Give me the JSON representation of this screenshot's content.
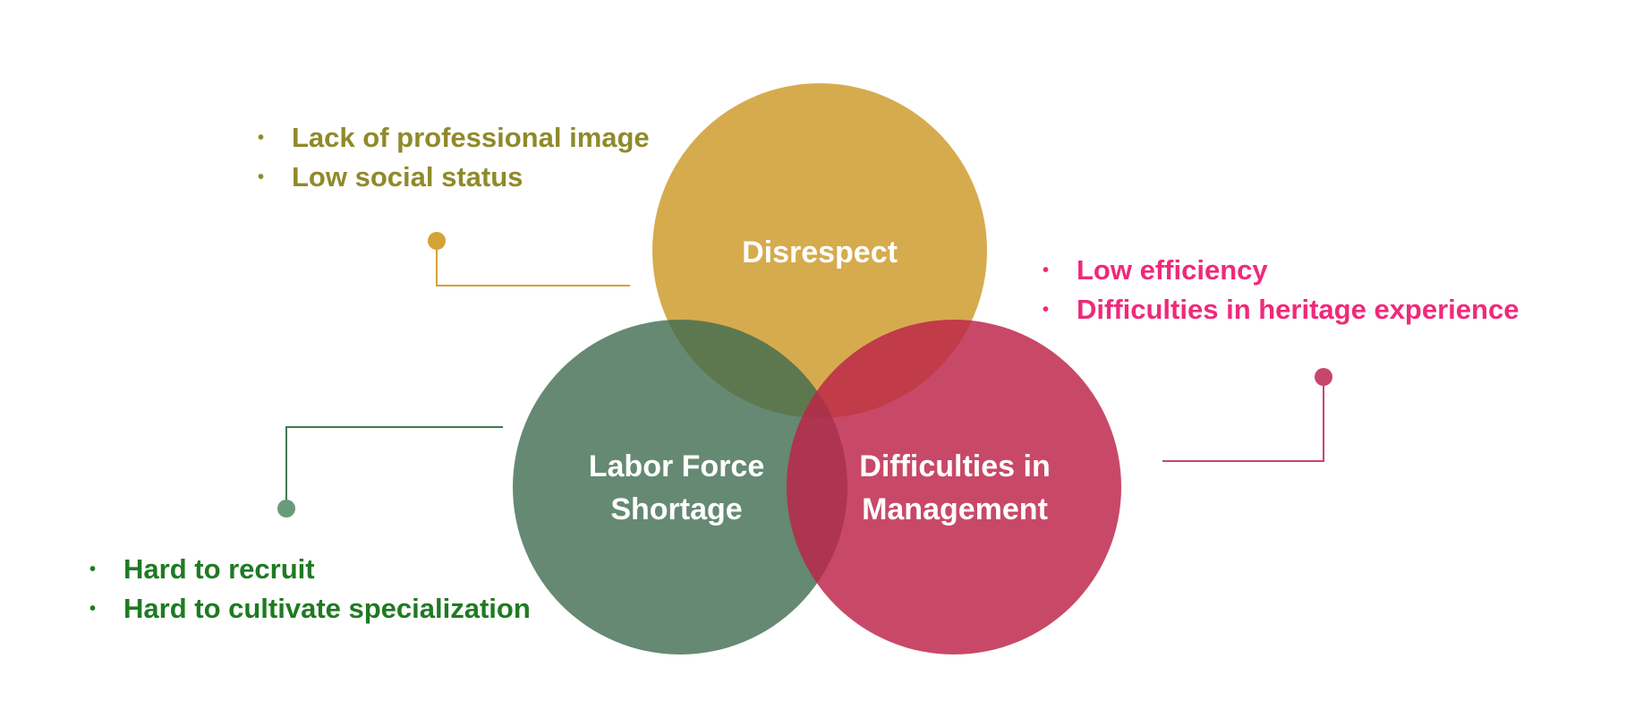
{
  "circles": {
    "disrespect": {
      "label_lines": [
        "Disrespect"
      ],
      "color": "#d4a645",
      "bullet_color": "#8f8a2a",
      "bullets": [
        "Lack of professional image",
        "Low social status"
      ]
    },
    "labor": {
      "label_lines": [
        "Labor Force",
        "Shortage"
      ],
      "color": "#5a806a",
      "bullet_color": "#1f7a22",
      "bullets": [
        "Hard to recruit",
        "Hard to cultivate specialization"
      ]
    },
    "management": {
      "label_lines": [
        "Difficulties in",
        "Management"
      ],
      "color": "#c53a5c",
      "bullet_color": "#ee2a7b",
      "bullets": [
        "Low efficiency",
        "Difficulties in heritage experience"
      ]
    }
  },
  "connector_colors": {
    "disrespect": "#d4a235",
    "labor": "#3f7a52",
    "management": "#c8466b",
    "labor_dot": "#6a9a7c"
  }
}
